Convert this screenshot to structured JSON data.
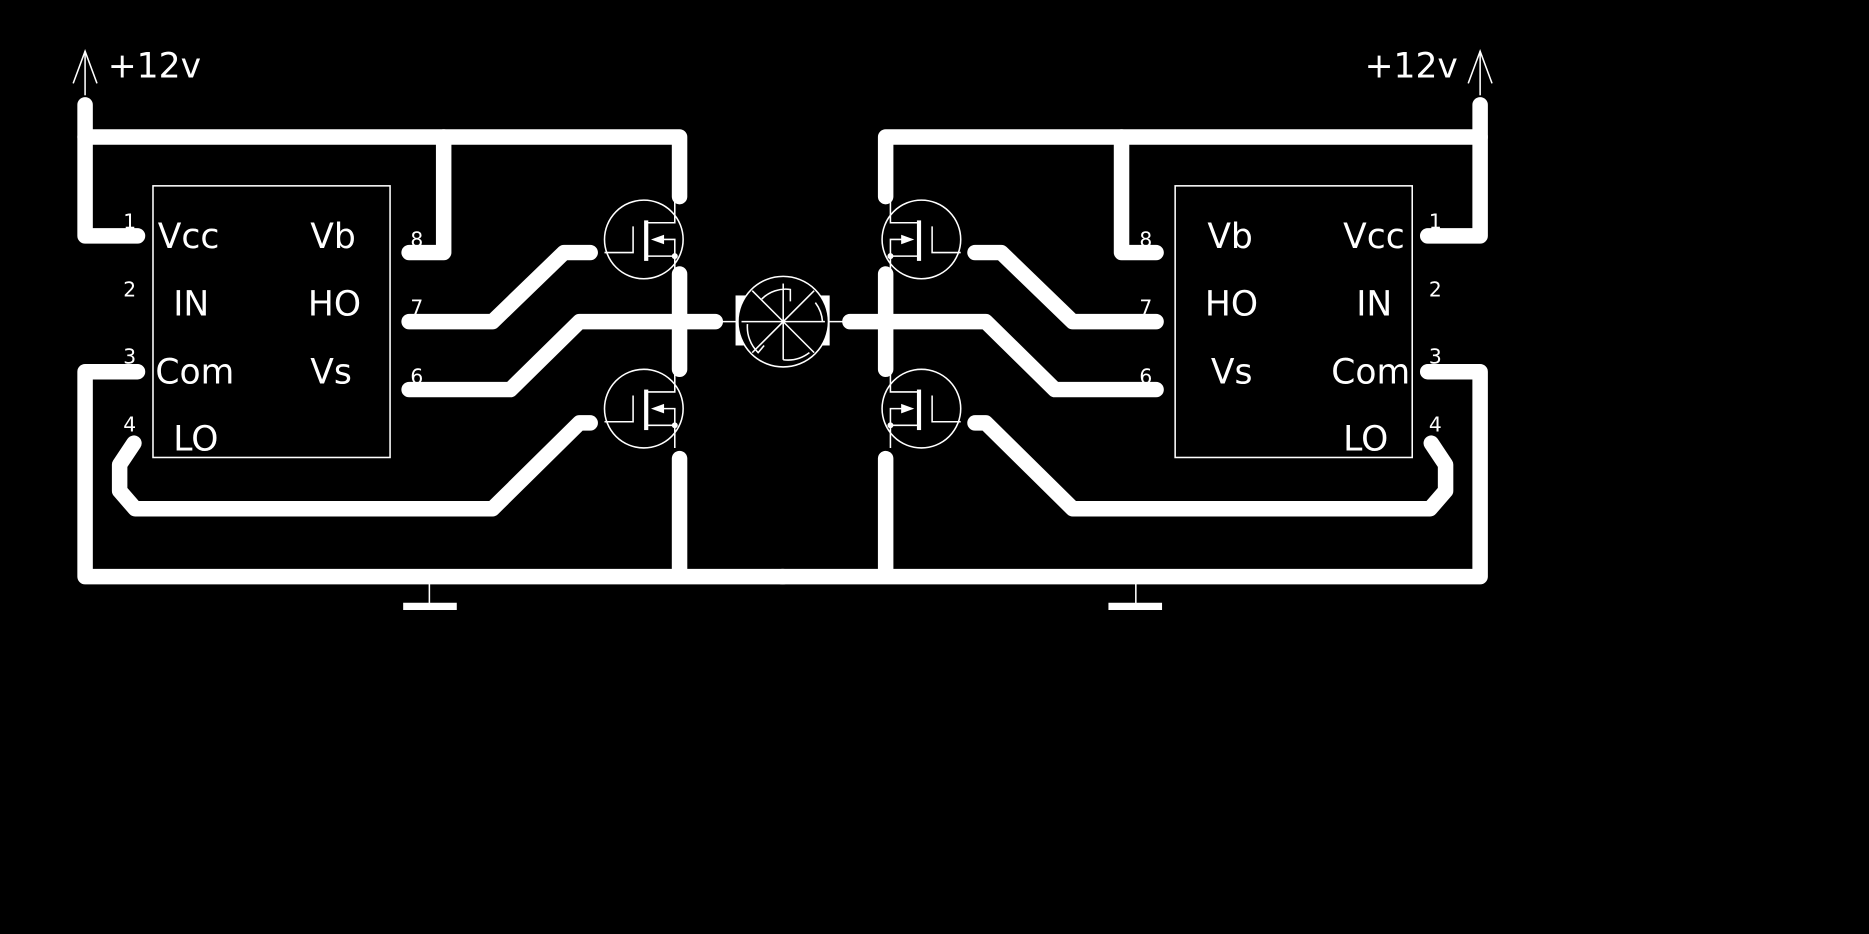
{
  "supply_label": "+12v",
  "left_ic": {
    "pins_left": [
      {
        "num": "1",
        "name": "Vcc"
      },
      {
        "num": "2",
        "name": "IN"
      },
      {
        "num": "3",
        "name": "Com"
      },
      {
        "num": "4",
        "name": "LO"
      }
    ],
    "pins_right": [
      {
        "num": "8",
        "name": "Vb"
      },
      {
        "num": "7",
        "name": "HO"
      },
      {
        "num": "6",
        "name": "Vs"
      }
    ]
  },
  "right_ic": {
    "pins_left": [
      {
        "num": "8",
        "name": "Vb"
      },
      {
        "num": "7",
        "name": "HO"
      },
      {
        "num": "6",
        "name": "Vs"
      }
    ],
    "pins_right": [
      {
        "num": "1",
        "name": "Vcc"
      },
      {
        "num": "2",
        "name": "IN"
      },
      {
        "num": "3",
        "name": "Com"
      },
      {
        "num": "4",
        "name": "LO"
      }
    ]
  },
  "colors": {
    "background": "#000000",
    "foreground": "#ffffff"
  },
  "components": [
    "mosfet",
    "mosfet",
    "mosfet",
    "mosfet",
    "dc-motor",
    "ground",
    "ground"
  ]
}
